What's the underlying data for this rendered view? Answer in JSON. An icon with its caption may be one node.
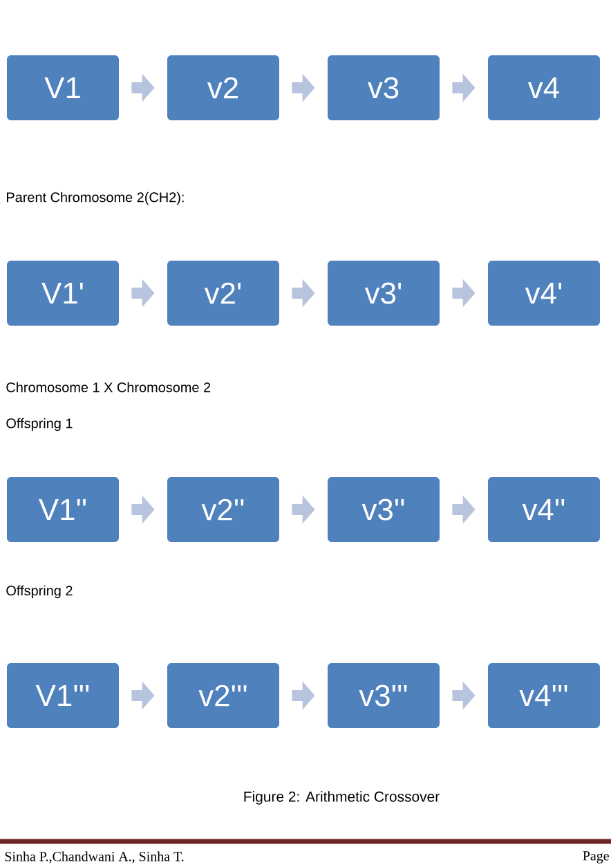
{
  "diagram": {
    "caption": "Figure 2: Arithmetic Crossover",
    "nodes": [
      {
        "text": [
          "V1"
        ]
      },
      {
        "text": [
          "v2"
        ]
      },
      {
        "text": [
          "v3"
        ]
      },
      {
        "text": [
          "v4"
        ]
      },
      {
        "text": [
          "V1'"
        ]
      },
      {
        "text": [
          "v2'"
        ]
      },
      {
        "text": [
          "v3'"
        ]
      },
      {
        "text": [
          "v4'"
        ]
      },
      {
        "text": [
          "V1''"
        ]
      },
      {
        "text": [
          "v2''"
        ]
      },
      {
        "text": [
          "v3''"
        ]
      },
      {
        "text": [
          "v4''"
        ]
      },
      {
        "text": [
          "V1'''"
        ]
      },
      {
        "text": [
          "v2'''"
        ]
      },
      {
        "text": [
          "v3'''"
        ]
      },
      {
        "text": [
          "v4'''"
        ]
      }
    ],
    "edges": [
      {
        "from": 0,
        "to": 1,
        "arrow": "to"
      },
      {
        "from": 1,
        "to": 2,
        "arrow": "to"
      },
      {
        "from": 2,
        "to": 3,
        "arrow": "to"
      },
      {
        "from": 4,
        "to": 5,
        "arrow": "to"
      },
      {
        "from": 5,
        "to": 6,
        "arrow": "to"
      },
      {
        "from": 6,
        "to": 7,
        "arrow": "to"
      },
      {
        "from": 8,
        "to": 9,
        "arrow": "to"
      },
      {
        "from": 9,
        "to": 10,
        "arrow": "to"
      },
      {
        "from": 10,
        "to": 11,
        "arrow": "to"
      },
      {
        "from": 12,
        "to": 13,
        "arrow": "to"
      },
      {
        "from": 13,
        "to": 14,
        "arrow": "to"
      },
      {
        "from": 14,
        "to": 15,
        "arrow": "to"
      }
    ],
    "labels": [
      "Parent Chromosome 2(CH2):",
      "Chromosome 1 X Chromosome 2",
      "Offspring 1",
      "Offspring 2",
      "Sinha P.,Chandwani A., Sinha T.",
      "Page"
    ]
  }
}
